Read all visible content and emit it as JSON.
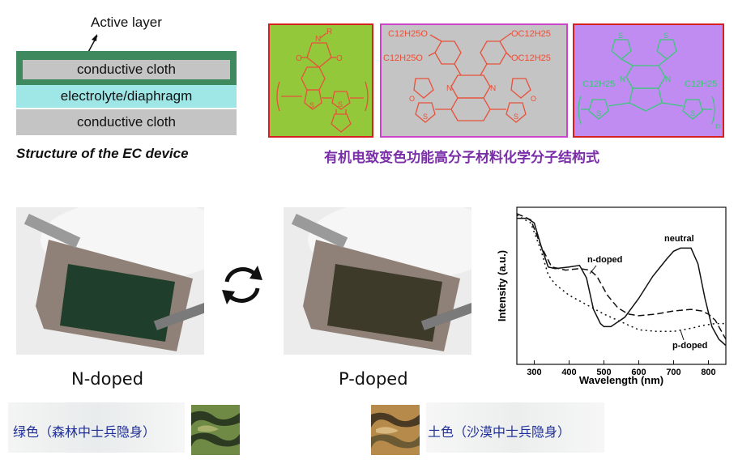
{
  "structure": {
    "active_layer_label": "Active layer",
    "top_layer": "conductive cloth",
    "middle_layer": "electrolyte/diaphragm",
    "bottom_layer": "conductive cloth",
    "caption": "Structure of the EC device"
  },
  "molecules": {
    "caption": "有机电致变色功能高分子材料化学分子结构式",
    "panel1": {
      "atom_n": "N",
      "atom_r": "R",
      "atom_o": "O",
      "atom_s": "S",
      "colors": {
        "bg": "#92c83a",
        "line": "#e8503a",
        "border": "#d42020"
      }
    },
    "panel2": {
      "sub_tl": "C12H25O",
      "sub_ml": "C12H25O",
      "sub_tr": "OC12H25",
      "sub_mr": "OC12H25",
      "atom_n": "N",
      "atom_o": "O",
      "atom_s": "S",
      "colors": {
        "bg": "#c4c4c4",
        "line": "#e8503a",
        "border": "#cc44cc"
      }
    },
    "panel3": {
      "sub_l": "C12H25",
      "sub_r": "C12H25",
      "atom_n": "N",
      "atom_s": "S",
      "repeat": "n",
      "colors": {
        "bg": "#c08cf2",
        "line": "#3cc87a",
        "border": "#d42020"
      }
    }
  },
  "photos": {
    "left_label": "N-doped",
    "right_label": "P-doped",
    "switch_icon": "cycle-arrows-icon"
  },
  "chart_data": {
    "type": "line",
    "title": "",
    "xlabel": "Wavelength (nm)",
    "ylabel": "Intensity (a.u.)",
    "xlim": [
      250,
      850
    ],
    "ylim": [
      0,
      1
    ],
    "xticks": [
      300,
      400,
      500,
      600,
      700,
      800
    ],
    "y_tick_labels_shown": false,
    "series": [
      {
        "name": "neutral",
        "style": "solid",
        "x": [
          250,
          280,
          300,
          320,
          340,
          360,
          400,
          430,
          450,
          470,
          490,
          500,
          520,
          560,
          600,
          640,
          680,
          700,
          720,
          750,
          770,
          790,
          810,
          830,
          850
        ],
        "y": [
          0.93,
          0.93,
          0.9,
          0.75,
          0.62,
          0.61,
          0.62,
          0.63,
          0.55,
          0.35,
          0.26,
          0.24,
          0.24,
          0.3,
          0.42,
          0.56,
          0.67,
          0.72,
          0.74,
          0.74,
          0.64,
          0.42,
          0.24,
          0.16,
          0.12
        ]
      },
      {
        "name": "n-doped",
        "style": "dashed",
        "x": [
          250,
          290,
          320,
          350,
          390,
          430,
          460,
          480,
          510,
          540,
          570,
          600,
          650,
          700,
          750,
          780,
          800,
          820,
          850
        ],
        "y": [
          0.96,
          0.92,
          0.75,
          0.62,
          0.6,
          0.61,
          0.6,
          0.56,
          0.44,
          0.36,
          0.32,
          0.31,
          0.32,
          0.34,
          0.35,
          0.34,
          0.32,
          0.28,
          0.16
        ]
      },
      {
        "name": "p-doped",
        "style": "dotted",
        "x": [
          250,
          290,
          320,
          340,
          360,
          400,
          450,
          500,
          550,
          600,
          650,
          700,
          750,
          790,
          820,
          850
        ],
        "y": [
          0.95,
          0.9,
          0.72,
          0.57,
          0.51,
          0.44,
          0.38,
          0.32,
          0.27,
          0.22,
          0.21,
          0.21,
          0.23,
          0.25,
          0.26,
          0.26
        ]
      }
    ],
    "annotations": [
      "neutral",
      "n-doped",
      "p-doped"
    ]
  },
  "camouflage": {
    "green_label": "绿色（森林中士兵隐身）",
    "earth_label": "土色（沙漠中士兵隐身）",
    "colors": {
      "text": "#1f2f9a"
    }
  }
}
